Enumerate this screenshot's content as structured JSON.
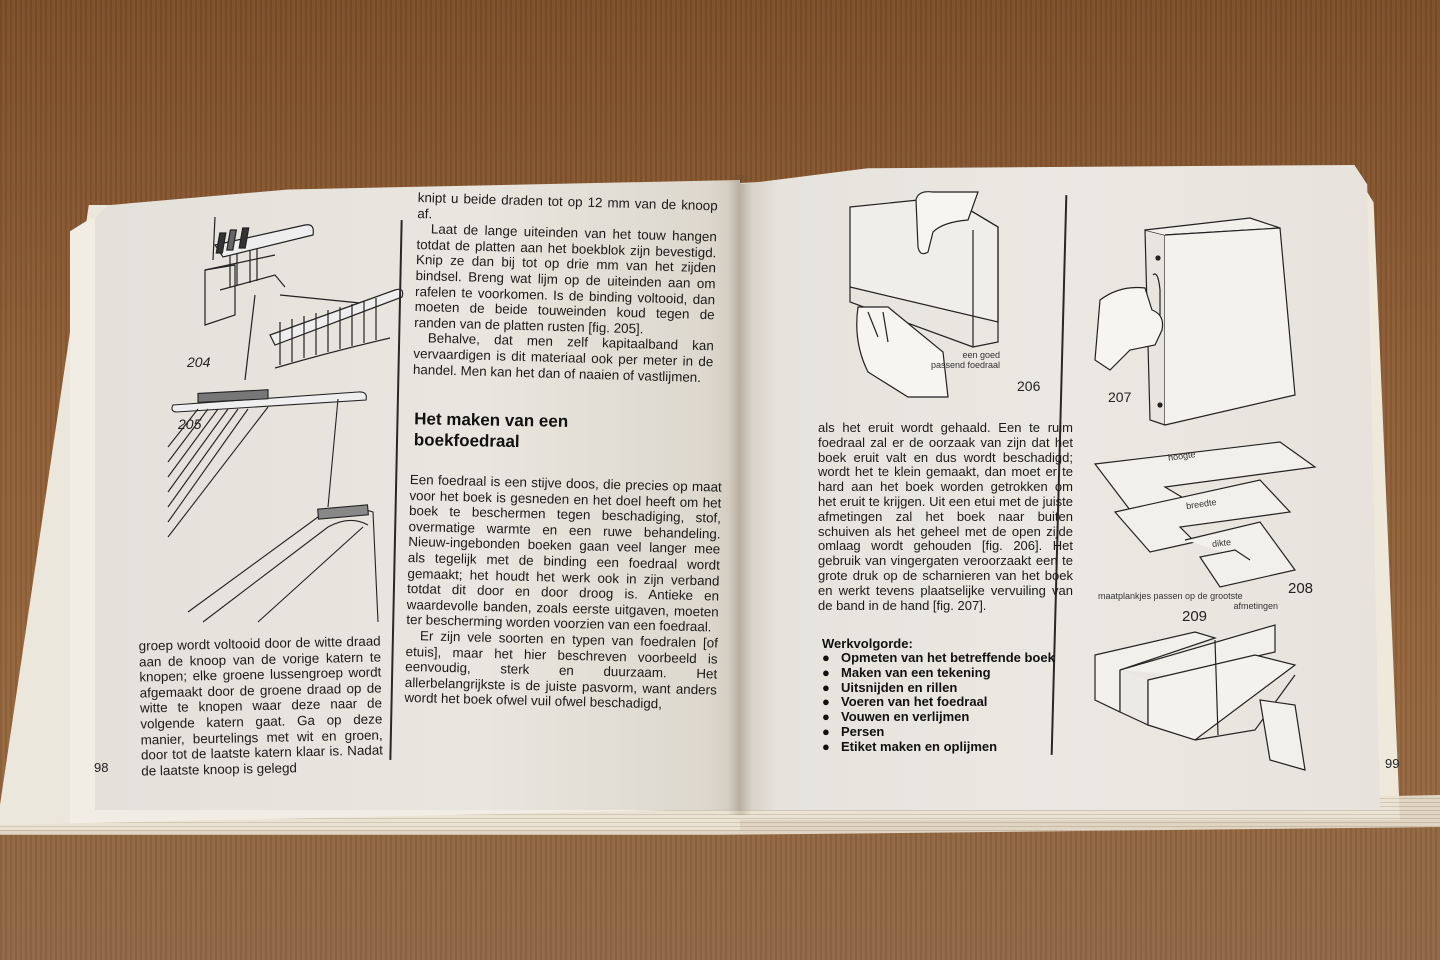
{
  "scene": {
    "description": "Open book on brown kraft paper, showing pages 98 and 99 of a Dutch bookbinding manual",
    "background_color": "#8a5a34",
    "paper_color": "#e8e5de",
    "ink_color": "#1b1a18"
  },
  "left_page": {
    "page_number": "98",
    "figures": [
      {
        "number": "204",
        "subject": "headband sewing on a rod with threads"
      },
      {
        "number": "205",
        "subject": "headband attached to book spine"
      }
    ],
    "left_column_text": "groep wordt voltooid door de witte draad aan de knoop van de vorige katern te knopen; elke groene lussengroep wordt afgemaakt door de groene draad op de witte te knopen waar deze naar de volgende katern gaat. Ga op deze manier, beurtelings met wit en groen, door tot de laatste katern klaar is. Nadat de laatste knoop is gelegd",
    "right_column": {
      "paragraphs": [
        "knipt u beide draden tot op 12 mm van de knoop af.",
        "Laat de lange uiteinden van het touw hangen totdat de platten aan het boekblok zijn bevestigd. Knip ze dan bij tot op drie mm van het zijden bindsel. Breng wat lijm op de uiteinden aan om rafelen te voorkomen. Is de binding voltooid, dan moeten de beide touweinden koud tegen de randen van de platten rusten [fig. 205].",
        "Behalve, dat men zelf kapitaalband kan vervaardigen is dit materiaal ook per meter in de handel. Men kan het dan of naaien of vastlijmen."
      ],
      "heading": "Het maken van een boekfoedraal",
      "section_paragraphs": [
        "Een foedraal is een stijve doos, die precies op maat voor het boek is gesneden en het doel heeft om het boek te beschermen tegen beschadiging, stof, overmatige warmte en een ruwe behandeling. Nieuw-ingebonden boeken gaan veel langer mee als tegelijk met de binding een foedraal wordt gemaakt; het houdt het werk ook in zijn verband totdat dit door en door droog is. Antieke en waardevolle banden, zoals eerste uitgaven, moeten ter bescherming worden voorzien van een foedraal.",
        "Er zijn vele soorten en typen van foedralen [of etuis], maar het hier beschreven voorbeeld is eenvoudig, sterk en duurzaam. Het allerbelangrijkste is de juiste pasvorm, want anders wordt het boek ofwel vuil ofwel beschadigd,"
      ]
    }
  },
  "right_page": {
    "page_number": "99",
    "figures": [
      {
        "number": "206",
        "caption_line1": "een goed",
        "caption_line2": "passend foedraal"
      },
      {
        "number": "207"
      },
      {
        "number": "208",
        "labels": [
          "hoogte",
          "breedte",
          "dikte"
        ],
        "caption_line1": "maatplankjes passen op de grootste",
        "caption_line2": "afmetingen"
      },
      {
        "number": "209"
      }
    ],
    "text": "als het eruit wordt gehaald. Een te ruim foedraal zal er de oorzaak van zijn dat het boek eruit valt en dus wordt beschadigd; wordt het te klein gemaakt, dan moet er te hard aan het boek worden getrokken om het eruit te krijgen. Uit een etui met de juiste afmetingen zal het boek naar buiten schuiven als het geheel met de open zijde omlaag wordt gehouden [fig. 206]. Het gebruik van vingergaten veroorzaakt een te grote druk op de scharnieren van het boek en werkt tevens plaatselijke vervuiling van de band in de hand [fig. 207].",
    "list_title": "Werkvolgorde:",
    "bullet": "●",
    "steps": [
      "Opmeten van het betreffende boek",
      "Maken van een tekening",
      "Uitsnijden en rillen",
      "Voeren van het foedraal",
      "Vouwen en verlijmen",
      "Persen",
      "Etiket maken en oplijmen"
    ]
  }
}
